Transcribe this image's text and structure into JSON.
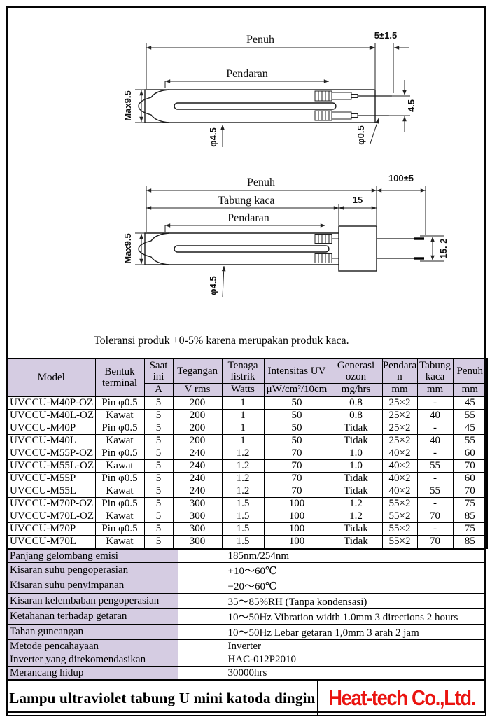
{
  "note": "Toleransi produk +0-5% karena merupakan produk kaca.",
  "diagram_top": {
    "penuh": "Penuh",
    "pendaran": "Pendaran",
    "tip_gap": "5±1.5",
    "max_height": "Max9.5",
    "lead_spacing": "4.5",
    "tube_dia": "φ4.5",
    "lead_dia": "φ0.5"
  },
  "diagram_bottom": {
    "penuh": "Penuh",
    "tabung_kaca": "Tabung kaca",
    "pendaran": "Pendaran",
    "wire_len": "100±5",
    "base_width": "15",
    "max_height": "Max9.5",
    "tube_dia": "φ4.5",
    "lead_spacing": "15. 2"
  },
  "spec_table": {
    "headers": [
      "Model",
      "Bentuk terminal",
      "Saat ini",
      "Tegangan",
      "Tenaga listrik",
      "Intensitas UV",
      "Generasi ozon",
      "Pendaran",
      "Tabung kaca",
      "Penuh"
    ],
    "units": [
      "A",
      "V rms",
      "Watts",
      "μW/cm²/10cm",
      "mg/hrs",
      "mm",
      "mm",
      "mm"
    ],
    "rows": [
      [
        "UVCCU-M40P-OZ",
        "Pin φ0.5",
        "5",
        "200",
        "1",
        "50",
        "0.8",
        "25×2",
        "-",
        "45"
      ],
      [
        "UVCCU-M40L-OZ",
        "Kawat",
        "5",
        "200",
        "1",
        "50",
        "0.8",
        "25×2",
        "40",
        "55"
      ],
      [
        "UVCCU-M40P",
        "Pin φ0.5",
        "5",
        "200",
        "1",
        "50",
        "Tidak",
        "25×2",
        "-",
        "45"
      ],
      [
        "UVCCU-M40L",
        "Kawat",
        "5",
        "200",
        "1",
        "50",
        "Tidak",
        "25×2",
        "40",
        "55"
      ],
      [
        "UVCCU-M55P-OZ",
        "Pin φ0.5",
        "5",
        "240",
        "1.2",
        "70",
        "1.0",
        "40×2",
        "-",
        "60"
      ],
      [
        "UVCCU-M55L-OZ",
        "Kawat",
        "5",
        "240",
        "1.2",
        "70",
        "1.0",
        "40×2",
        "55",
        "70"
      ],
      [
        "UVCCU-M55P",
        "Pin φ0.5",
        "5",
        "240",
        "1.2",
        "70",
        "Tidak",
        "40×2",
        "-",
        "60"
      ],
      [
        "UVCCU-M55L",
        "Kawat",
        "5",
        "240",
        "1.2",
        "70",
        "Tidak",
        "40×2",
        "55",
        "70"
      ],
      [
        "UVCCU-M70P-OZ",
        "Pin φ0.5",
        "5",
        "300",
        "1.5",
        "100",
        "1.2",
        "55×2",
        "-",
        "75"
      ],
      [
        "UVCCU-M70L-OZ",
        "Kawat",
        "5",
        "300",
        "1.5",
        "100",
        "1.2",
        "55×2",
        "70",
        "85"
      ],
      [
        "UVCCU-M70P",
        "Pin φ0.5",
        "5",
        "300",
        "1.5",
        "100",
        "Tidak",
        "55×2",
        "-",
        "75"
      ],
      [
        "UVCCU-M70L",
        "Kawat",
        "5",
        "300",
        "1.5",
        "100",
        "Tidak",
        "55×2",
        "70",
        "85"
      ]
    ]
  },
  "info_table": {
    "rows": [
      {
        "label": "Panjang gelombang emisi",
        "value": "185nm/254nm"
      },
      {
        "label": "Kisaran suhu pengoperasian",
        "value": "+10～60℃"
      },
      {
        "label": "Kisaran suhu penyimpanan",
        "value": "−20～60℃"
      },
      {
        "label": "Kisaran kelembaban pengoperasian",
        "value": "35～85%RH (Tanpa kondensasi)"
      },
      {
        "label": "Ketahanan terhadap getaran",
        "value": "10～50Hz Vibration width 1.0mm 3 directions 2 hours"
      },
      {
        "label": "Tahan guncangan",
        "value": "10～50Hz Lebar getaran 1,0mm 3 arah 2 jam"
      },
      {
        "label": "Metode pencahayaan",
        "value": "Inverter"
      },
      {
        "label": "Inverter yang direkomendasikan",
        "value": "HAC-012P2010"
      },
      {
        "label": "Merancang hidup",
        "value": "30000hrs"
      }
    ]
  },
  "footer": {
    "title": "Lampu ultraviolet tabung U mini katoda dingin",
    "logo": "Heat-tech Co.,Ltd."
  },
  "colors": {
    "header_bg": "#d5cce2",
    "logo_red": "#ea1410"
  }
}
